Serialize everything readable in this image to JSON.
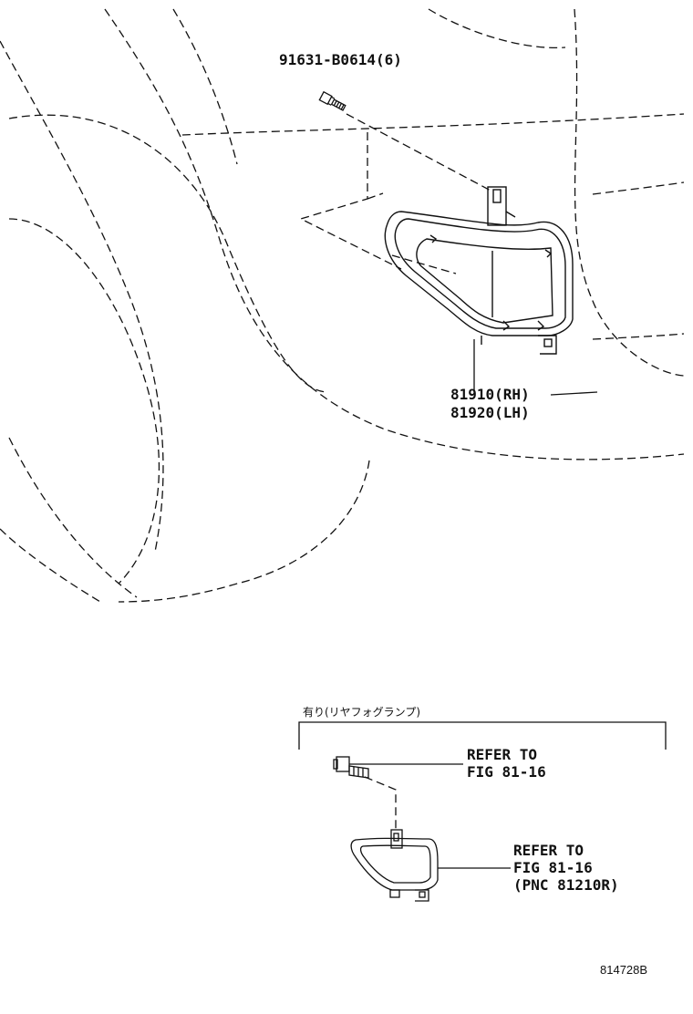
{
  "callouts": {
    "bolt_part": "91631-B0614(6)",
    "lamp_rh": "81910(RH)",
    "lamp_lh": "81920(LH)"
  },
  "option_box": {
    "caption": "有り(リヤフォグランプ)",
    "bolt_ref_line1": "REFER TO",
    "bolt_ref_line2": "FIG 81-16",
    "lamp_ref_line1": "REFER TO",
    "lamp_ref_line2": "FIG 81-16",
    "lamp_ref_line3": "(PNC 81210R)"
  },
  "illustration_code": "814728B"
}
